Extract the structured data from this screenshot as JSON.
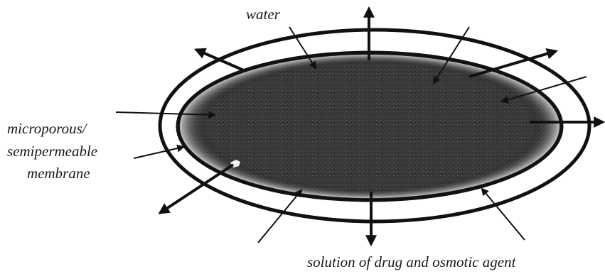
{
  "labels": {
    "water": "water",
    "membrane_line1": "microporous/",
    "membrane_line2": "semipermeable",
    "membrane_line3": "membrane",
    "core": "solution of drug and osmotic agent"
  },
  "colors": {
    "ink": "#111111",
    "core_fill": "#3a3a3a",
    "core_rim": "#cfcfcf",
    "background": "#ffffff"
  }
}
